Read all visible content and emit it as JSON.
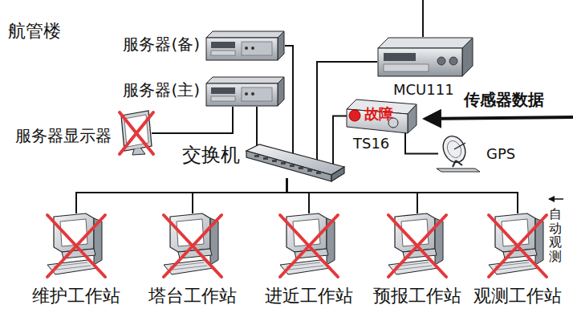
{
  "diagram": {
    "title": "航管楼",
    "nodes": [
      {
        "text": [
          "服务器(备)"
        ]
      },
      {
        "text": [
          "服务器(主)"
        ]
      },
      {
        "text": [
          "服务器显示器"
        ]
      },
      {
        "text": [
          "MCU111"
        ]
      },
      {
        "text": [
          "故障",
          "TS16"
        ]
      },
      {
        "text": [
          "GPS"
        ]
      },
      {
        "text": [
          "交换机"
        ]
      },
      {
        "text": [
          "维护工作站"
        ]
      },
      {
        "text": [
          "塔台工作站"
        ]
      },
      {
        "text": [
          "进近工作站"
        ]
      },
      {
        "text": [
          "预报工作站"
        ]
      },
      {
        "text": [
          "观测工作站"
        ]
      }
    ],
    "edges": [
      {
        "from": 0,
        "to": 6,
        "arrow": "none"
      },
      {
        "from": 1,
        "to": 6,
        "arrow": "none"
      },
      {
        "from": 2,
        "to": 1,
        "arrow": "none"
      },
      {
        "from": 3,
        "to": 6,
        "arrow": "none"
      },
      {
        "from": 4,
        "to": 6,
        "arrow": "none"
      },
      {
        "from": 5,
        "to": 4,
        "arrow": "none"
      },
      {
        "from": 6,
        "to": 7,
        "arrow": "none"
      },
      {
        "from": 6,
        "to": 8,
        "arrow": "none"
      },
      {
        "from": 6,
        "to": 9,
        "arrow": "none"
      },
      {
        "from": 6,
        "to": 10,
        "arrow": "none"
      },
      {
        "from": 6,
        "to": 11,
        "arrow": "none"
      }
    ],
    "labels": [
      "传感器数据",
      "自动观测"
    ]
  }
}
